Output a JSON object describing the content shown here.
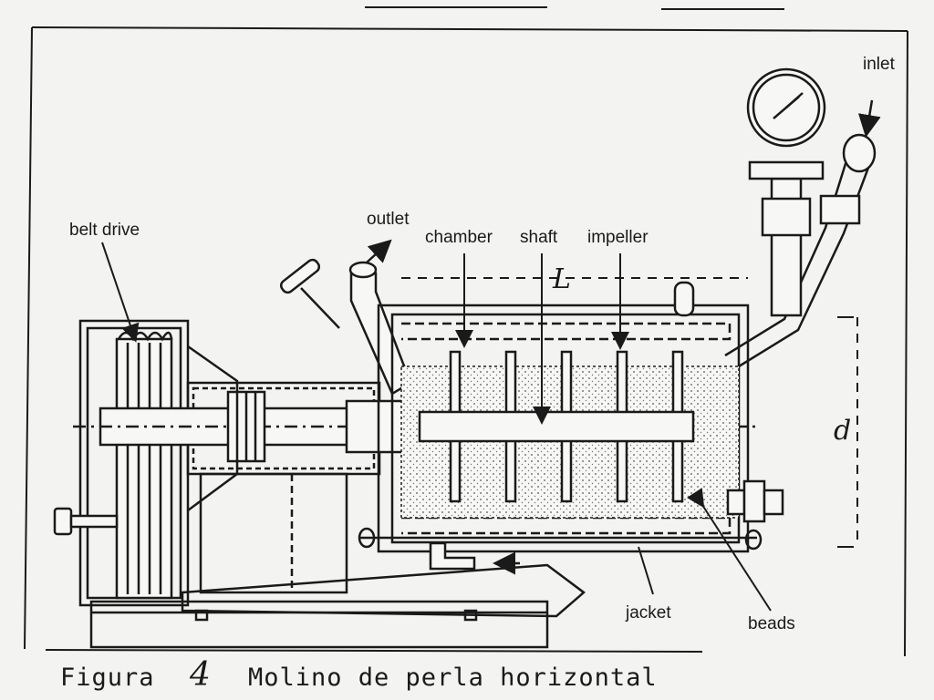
{
  "labels": {
    "belt_drive": "belt drive",
    "outlet": "outlet",
    "chamber": "chamber",
    "shaft": "shaft",
    "impeller": "impeller",
    "inlet": "inlet",
    "jacket": "jacket",
    "beads": "beads",
    "dim_L": "L",
    "dim_d": "d"
  },
  "caption": {
    "prefix": "Figura",
    "number": "4",
    "title": "Molino de perla horizontal"
  },
  "colors": {
    "ink": "#1a1a1a",
    "paper": "#f3f3f1",
    "bead_fill": "#e4e4e0"
  }
}
